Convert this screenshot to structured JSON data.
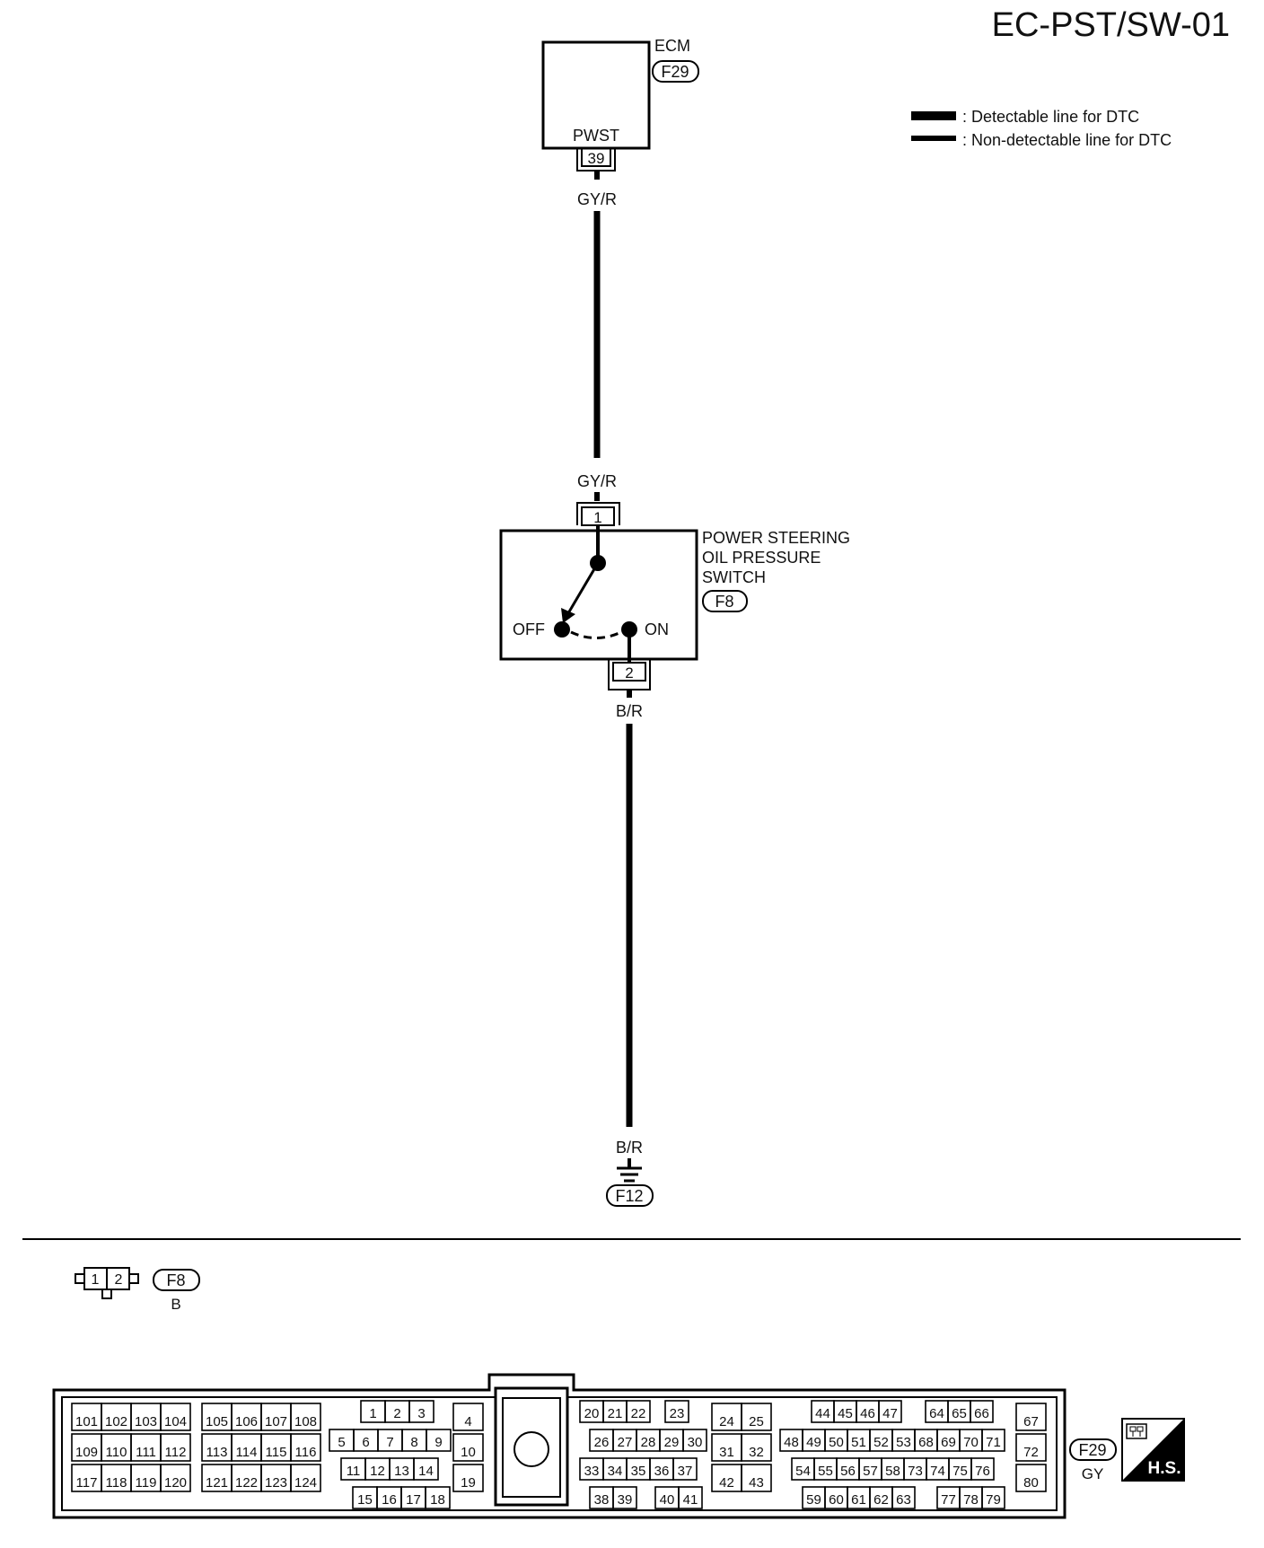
{
  "title": "EC-PST/SW-01",
  "legend": {
    "detectable": ": Detectable line for DTC",
    "non_detectable": ": Non-detectable line for DTC"
  },
  "ecm": {
    "name": "ECM",
    "connector": "F29",
    "pin_name": "PWST",
    "pin": "39"
  },
  "wires": {
    "upper_top": "GY/R",
    "upper_bottom": "GY/R",
    "lower_top": "B/R",
    "lower_bottom": "B/R"
  },
  "switch": {
    "name_line1": "POWER STEERING",
    "name_line2": "OIL PRESSURE",
    "name_line3": "SWITCH",
    "connector": "F8",
    "pin_top": "1",
    "pin_bottom": "2",
    "off_label": "OFF",
    "on_label": "ON"
  },
  "ground": {
    "connector": "F12"
  },
  "connector_f8": {
    "pin1": "1",
    "pin2": "2",
    "id": "F8",
    "color": "B"
  },
  "connector_f29": {
    "id": "F29",
    "color": "GY",
    "hs_label": "H.S.",
    "block_a": [
      [
        "101",
        "102",
        "103",
        "104"
      ],
      [
        "109",
        "110",
        "111",
        "112"
      ],
      [
        "117",
        "118",
        "119",
        "120"
      ]
    ],
    "block_b": [
      [
        "105",
        "106",
        "107",
        "108"
      ],
      [
        "113",
        "114",
        "115",
        "116"
      ],
      [
        "121",
        "122",
        "123",
        "124"
      ]
    ],
    "block_c": [
      [
        "1",
        "2",
        "3"
      ],
      [
        "5",
        "6",
        "7",
        "8",
        "9"
      ],
      [
        "11",
        "12",
        "13",
        "14"
      ],
      [
        "15",
        "16",
        "17",
        "18"
      ]
    ],
    "block_d": [
      [
        "4"
      ],
      [
        "10"
      ],
      [
        "19"
      ]
    ],
    "block_e": [
      [
        "20",
        "21",
        "22",
        "23"
      ],
      [
        "26",
        "27",
        "28",
        "29",
        "30"
      ],
      [
        "33",
        "34",
        "35",
        "36",
        "37"
      ],
      [
        "38",
        "39",
        "40",
        "41"
      ]
    ],
    "block_f": [
      [
        "24",
        "25"
      ],
      [
        "31",
        "32"
      ],
      [
        "42",
        "43"
      ]
    ],
    "block_g": [
      [
        "44",
        "45",
        "46",
        "47",
        "64",
        "65",
        "66"
      ],
      [
        "48",
        "49",
        "50",
        "51",
        "52",
        "53",
        "68",
        "69",
        "70",
        "71"
      ],
      [
        "54",
        "55",
        "56",
        "57",
        "58",
        "73",
        "74",
        "75",
        "76"
      ],
      [
        "59",
        "60",
        "61",
        "62",
        "63",
        "77",
        "78",
        "79"
      ]
    ],
    "block_h": [
      [
        "67"
      ],
      [
        "72"
      ],
      [
        "80"
      ]
    ]
  }
}
